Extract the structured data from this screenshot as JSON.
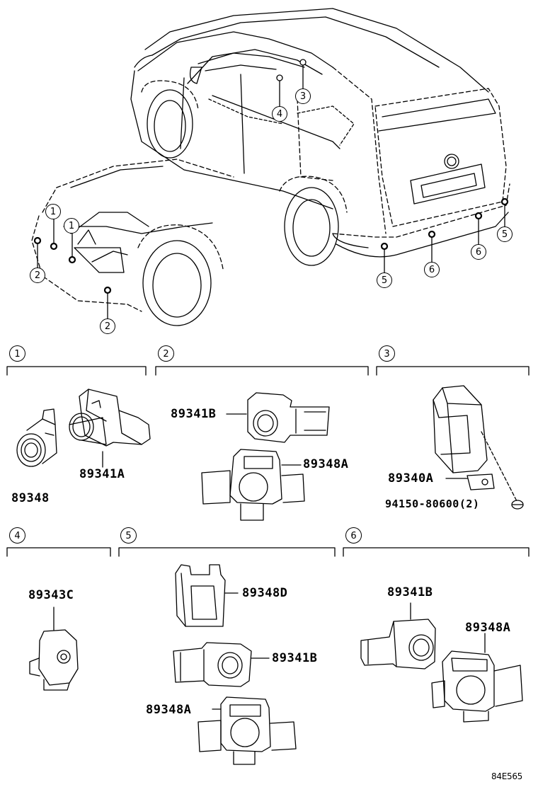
{
  "callouts": {
    "c1a": "1",
    "c1b": "1",
    "c2a": "2",
    "c2b": "2",
    "c3": "3",
    "c4": "4",
    "c5a": "5",
    "c5b": "5",
    "c6a": "6",
    "c6b": "6"
  },
  "sections": [
    {
      "number": "1"
    },
    {
      "number": "2"
    },
    {
      "number": "3"
    },
    {
      "number": "4"
    },
    {
      "number": "5"
    },
    {
      "number": "6"
    }
  ],
  "parts": {
    "s1_bracket": "89348",
    "s1_sensor": "89341A",
    "s2_sensor": "89341B",
    "s2_retainer": "89348A",
    "s3_module": "89340A",
    "s3_fastener": "94150-80600(2)",
    "s4_sensor": "89343C",
    "s5_holder": "89348D",
    "s5_sensor": "89341B",
    "s5_retainer": "89348A",
    "s6_sensor": "89341B",
    "s6_retainer": "89348A"
  },
  "reference": "84E565"
}
